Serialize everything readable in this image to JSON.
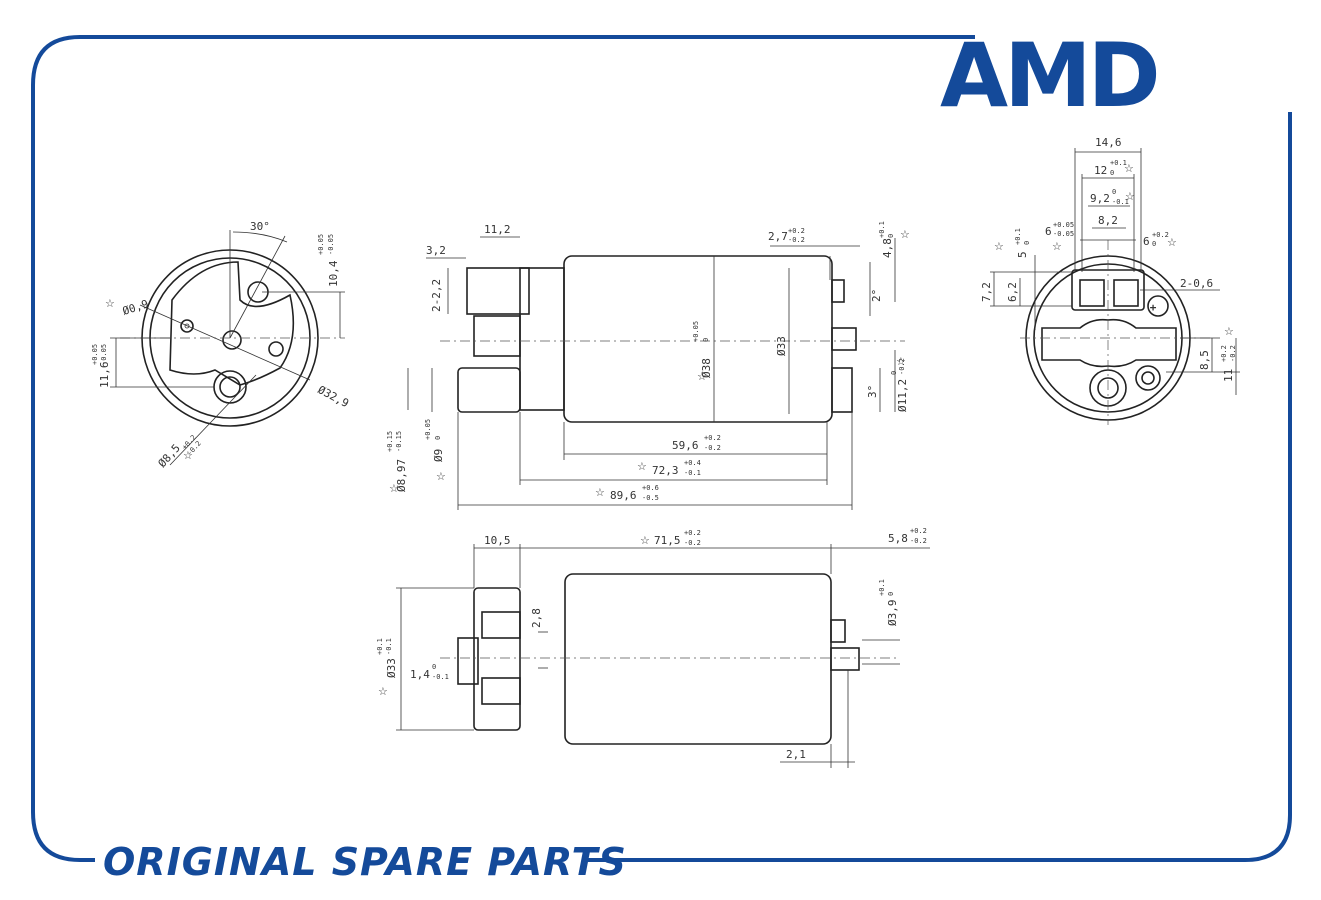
{
  "brand": {
    "logo_text": "AMD",
    "color": "#144a9a"
  },
  "footer": {
    "tagline": "ORIGINAL SPARE PARTS"
  },
  "front_view": {
    "angle": "30°",
    "offset": "10,4",
    "offset_tol_up": "+0.05",
    "offset_tol_dn": "-0.05",
    "pin_hole": "Ø0,9",
    "outer_dia": "Ø32,9",
    "height": "11,6",
    "height_tol_up": "+0.05",
    "height_tol_dn": "-0.05",
    "outlet_dia": "Ø8,5",
    "outlet_tol_up": "+0.2",
    "outlet_tol_dn": "-0.2"
  },
  "side_view": {
    "top_width": "11,2",
    "left_3_2": "3,2",
    "left_2_2": "2-2,2",
    "body_dia": "Ø38",
    "body_tol_up": "+0.05",
    "body_tol_dn": "0",
    "inner_dia": "Ø33",
    "right_2_7": "2,7",
    "right_2_7_up": "+0.2",
    "right_2_7_dn": "-0.2",
    "right_4_8": "4,8",
    "right_4_8_up": "+0.1",
    "right_4_8_dn": "0",
    "angle_2": "2°",
    "angle_3": "3°",
    "outlet_11_2": "Ø11,2",
    "outlet_11_2_up": "0",
    "outlet_11_2_dn": "-0.2",
    "len_59_6": "59,6",
    "len_59_6_up": "+0.2",
    "len_59_6_dn": "-0.2",
    "len_72_3": "72,3",
    "len_72_3_up": "+0.4",
    "len_72_3_dn": "-0.1",
    "len_89_6": "89,6",
    "len_89_6_up": "+0.6",
    "len_89_6_dn": "-0.5",
    "dia_8_97": "Ø8,97",
    "dia_8_97_up": "+0.15",
    "dia_8_97_dn": "-0.15",
    "dia_9": "Ø9",
    "dia_9_up": "+0.05",
    "dia_9_dn": "0"
  },
  "top_view": {
    "w_10_5": "10,5",
    "w_71_5": "71,5",
    "w_71_5_up": "+0.2",
    "w_71_5_dn": "-0.2",
    "w_5_8": "5,8",
    "w_5_8_up": "+0.2",
    "w_5_8_dn": "-0.2",
    "h_2_8": "2,8",
    "dia_33": "Ø33",
    "dia_33_up": "+0.1",
    "dia_33_dn": "-0.1",
    "t_1_4": "1,4",
    "t_1_4_up": "0",
    "t_1_4_dn": "-0.1",
    "dia_3_9": "Ø3,9",
    "dia_3_9_up": "+0.1",
    "dia_3_9_dn": "0",
    "w_2_1": "2,1"
  },
  "connector_view": {
    "w_14_6": "14,6",
    "w_12": "12",
    "w_12_up": "+0.1",
    "w_12_dn": "0",
    "w_9_2": "9,2",
    "w_9_2_up": "0",
    "w_9_2_dn": "-0.1",
    "w_8_2": "8,2",
    "w_6_a": "6",
    "w_6_a_up": "+0.05",
    "w_6_a_dn": "-0.05",
    "w_6_b": "6",
    "w_6_b_up": "+0.2",
    "w_6_b_dn": "0",
    "h_5": "5",
    "h_5_up": "+0.1",
    "h_5_dn": "0",
    "h_7_2": "7,2",
    "h_6_2": "6,2",
    "pin_2_0_6": "2-0,6",
    "h_8_5": "8,5",
    "h_11": "11",
    "h_11_up": "+0.2",
    "h_11_dn": "-0.2"
  },
  "symbols": {
    "critical": "☆",
    "plus": "+"
  }
}
